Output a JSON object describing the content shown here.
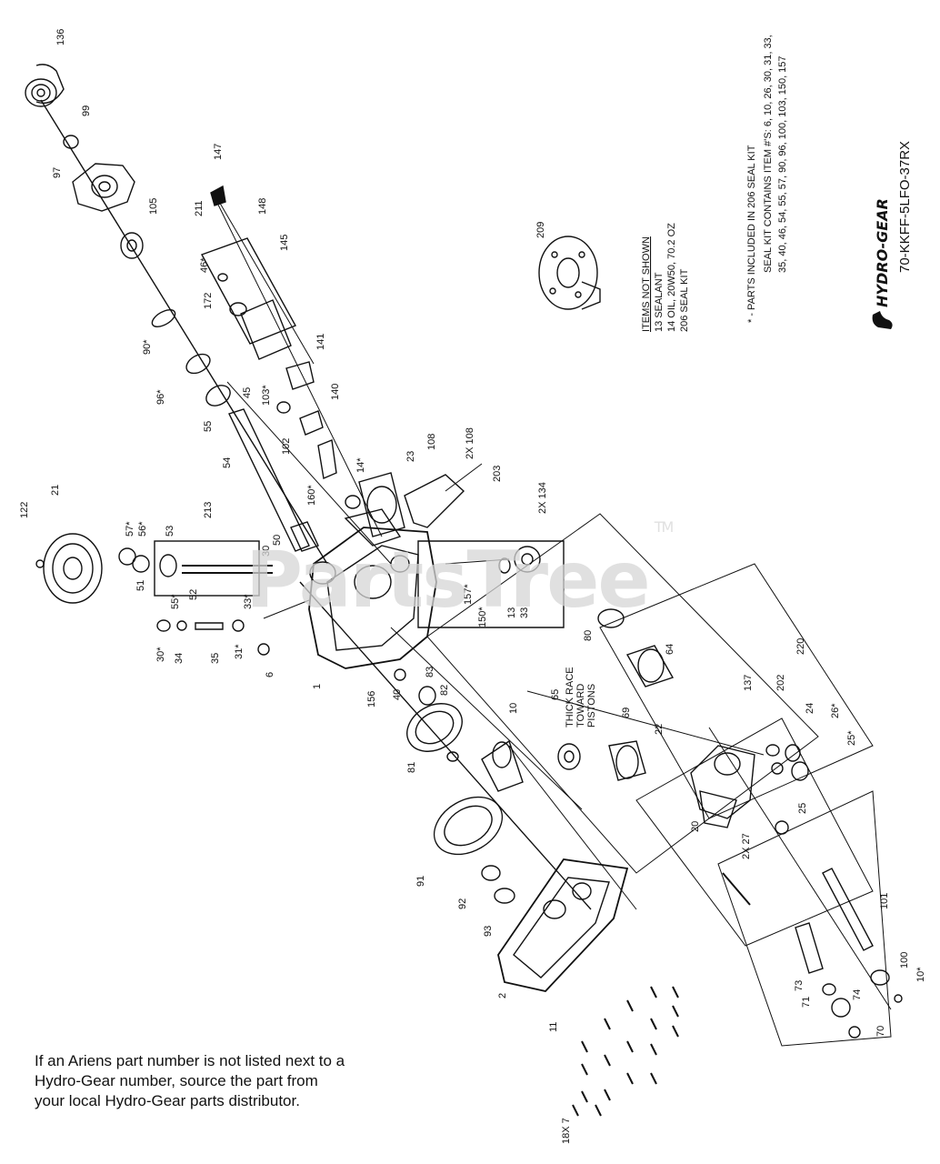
{
  "title": "70-KKFF-5LFO-37RX",
  "brand": "HYDRO-GEAR",
  "watermark": "PartsTree",
  "watermark_tm": "TM",
  "note_lines": [
    "If an Ariens part number is not listed next to a",
    "Hydro-Gear number, source the part from",
    "your local Hydro-Gear parts distributor."
  ],
  "kit_note": [
    "* - PARTS INCLUDED IN 206 SEAL KIT",
    "SEAL KIT CONTAINS ITEM #'S: 6, 10, 26, 30, 31, 33,",
    "35, 40, 46, 54, 55, 57, 90, 96, 100, 103, 150, 157"
  ],
  "items_not_shown": [
    "ITEMS NOT SHOWN",
    "13 SEALANT",
    "14 OIL, 20W50, 70.2 OZ",
    "206 SEAL KIT"
  ],
  "callout": [
    "THICK RACE",
    "TOWARD",
    "PISTONS"
  ],
  "part_numbers": [
    "136",
    "99",
    "97",
    "105",
    "147",
    "211",
    "148",
    "145",
    "46*",
    "172",
    "90*",
    "96*",
    "141",
    "45",
    "103*",
    "140",
    "55",
    "102",
    "54",
    "108",
    "2X 108",
    "23",
    "14*",
    "160*",
    "203",
    "2X 134",
    "122",
    "21",
    "57*",
    "56*",
    "53",
    "213",
    "50",
    "30",
    "51",
    "52",
    "55*",
    "33*",
    "31*",
    "34",
    "30*",
    "35",
    "6",
    "1",
    "156",
    "40",
    "157*",
    "150*",
    "13",
    "33",
    "80",
    "64",
    "65",
    "69",
    "22",
    "10",
    "81",
    "82",
    "83",
    "91",
    "92",
    "93",
    "2",
    "11",
    "18X 7",
    "137",
    "202",
    "220",
    "24",
    "26*",
    "25*",
    "25",
    "20",
    "2X 27",
    "73",
    "74",
    "70",
    "71",
    "101",
    "100",
    "10*"
  ]
}
